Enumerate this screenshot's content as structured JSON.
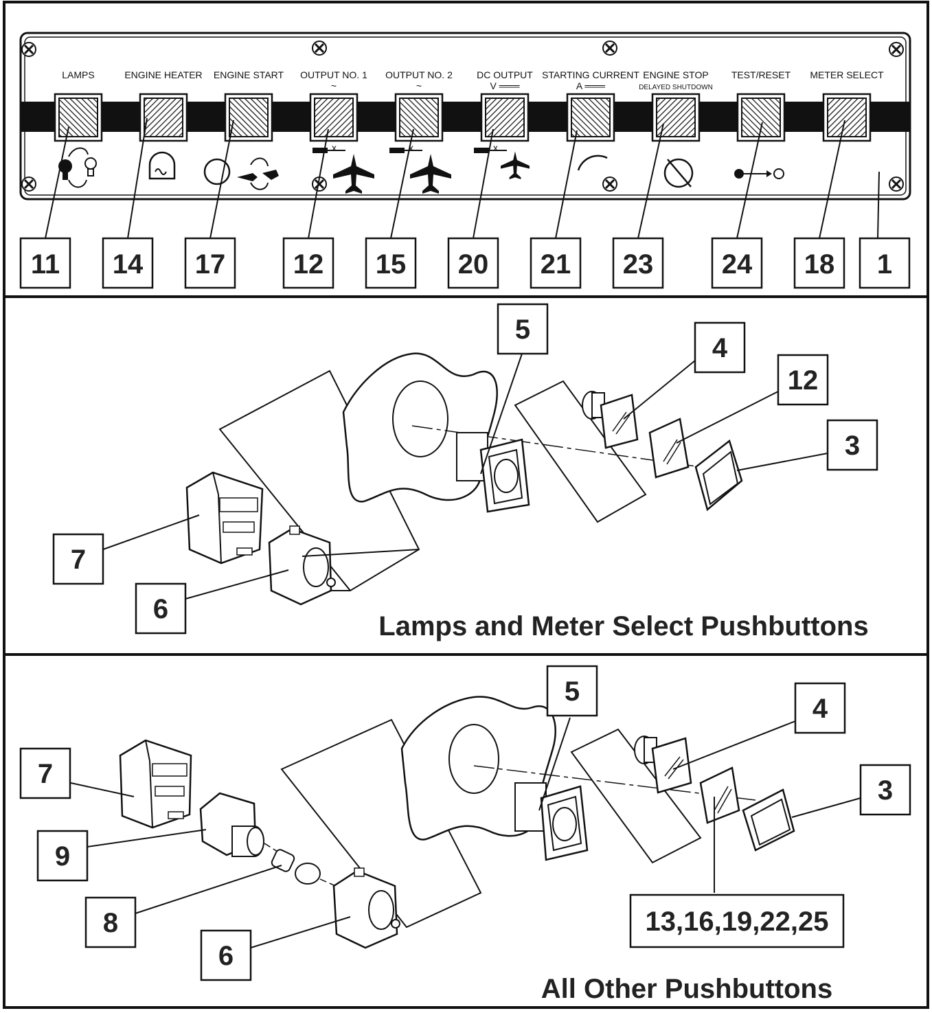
{
  "panel": {
    "buttons": [
      {
        "label": "LAMPS",
        "sub": ""
      },
      {
        "label": "ENGINE HEATER",
        "sub": ""
      },
      {
        "label": "ENGINE START",
        "sub": ""
      },
      {
        "label": "OUTPUT NO. 1",
        "sub": "~"
      },
      {
        "label": "OUTPUT NO. 2",
        "sub": "~"
      },
      {
        "label": "DC OUTPUT",
        "sub": "V ═══"
      },
      {
        "label": "STARTING CURRENT",
        "sub": "A ═══"
      },
      {
        "label": "ENGINE STOP",
        "sub": "DELAYED SHUTDOWN"
      },
      {
        "label": "TEST/RESET",
        "sub": ""
      },
      {
        "label": "METER SELECT",
        "sub": ""
      }
    ],
    "callouts": [
      "11",
      "14",
      "17",
      "12",
      "15",
      "20",
      "21",
      "23",
      "24",
      "18",
      "1"
    ]
  },
  "section_lamps": {
    "caption": "Lamps and Meter Select Pushbuttons",
    "callouts": {
      "c5": "5",
      "c4": "4",
      "c12": "12",
      "c3": "3",
      "c7": "7",
      "c6": "6"
    }
  },
  "section_other": {
    "caption": "All Other Pushbuttons",
    "callouts": {
      "c5": "5",
      "c4": "4",
      "c3": "3",
      "c7": "7",
      "c9": "9",
      "c8": "8",
      "c6": "6",
      "c13": "13,16,19,22,25"
    }
  },
  "icons": [
    "lamp-icon",
    "heater-icon",
    "engine-start-icon",
    "aircraft-icon",
    "gauge-arc-icon",
    "engine-stop-icon",
    "test-reset-icon",
    "screw-icon"
  ]
}
